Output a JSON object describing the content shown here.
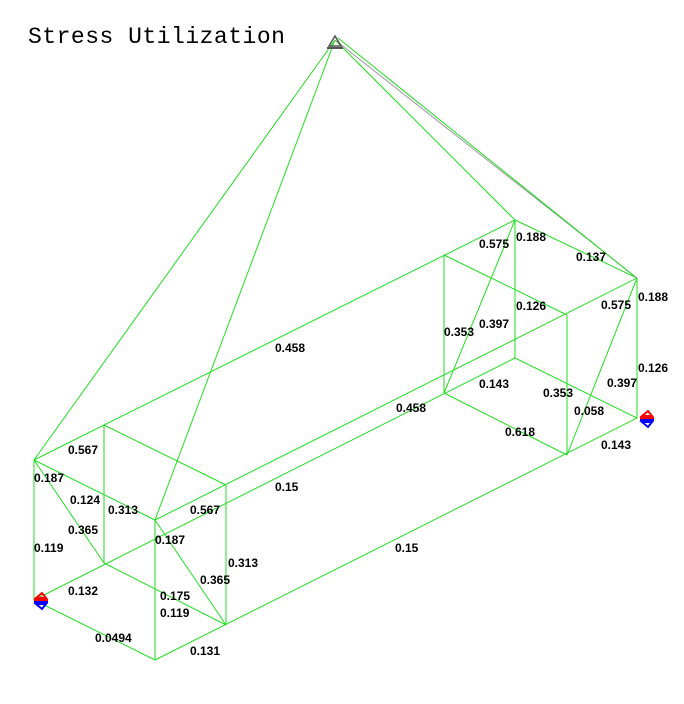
{
  "title": "Stress Utilization",
  "colors": {
    "member": "#22dd22",
    "cable": "#999999",
    "support_up": "#ff0000",
    "support_down": "#0000ff",
    "label": "#000000"
  },
  "labels": [
    "0.567",
    "0.187",
    "0.124",
    "0.313",
    "0.365",
    "0.119",
    "0.132",
    "0.0494",
    "0.567",
    "0.187",
    "0.313",
    "0.365",
    "0.175",
    "0.119",
    "0.131",
    "0.15",
    "0.15",
    "0.458",
    "0.458",
    "0.575",
    "0.188",
    "0.137",
    "0.126",
    "0.353",
    "0.397",
    "0.575",
    "0.188",
    "0.126",
    "0.143",
    "0.353",
    "0.058",
    "0.397",
    "0.618",
    "0.143"
  ],
  "icons": {
    "apex": "hinge-support-icon",
    "supports": "roller-support-icon"
  }
}
